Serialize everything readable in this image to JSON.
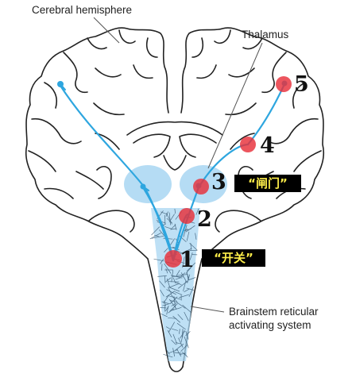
{
  "labels": {
    "cerebral_hemisphere": "Cerebral hemisphere",
    "thalamus": "Thalamus",
    "brainstem_line1": "Brainstem reticular",
    "brainstem_line2": "activating system"
  },
  "points": [
    "1",
    "2",
    "3",
    "4",
    "5"
  ],
  "tags": {
    "switch": "“开关”",
    "gate": "“闸门”"
  },
  "colors": {
    "pathway": "#2ea6df",
    "thalamus_fill": "#a8d6f2",
    "marker": "#e8303a",
    "tag_bg": "#000000",
    "tag_text": "#ffef4a"
  }
}
